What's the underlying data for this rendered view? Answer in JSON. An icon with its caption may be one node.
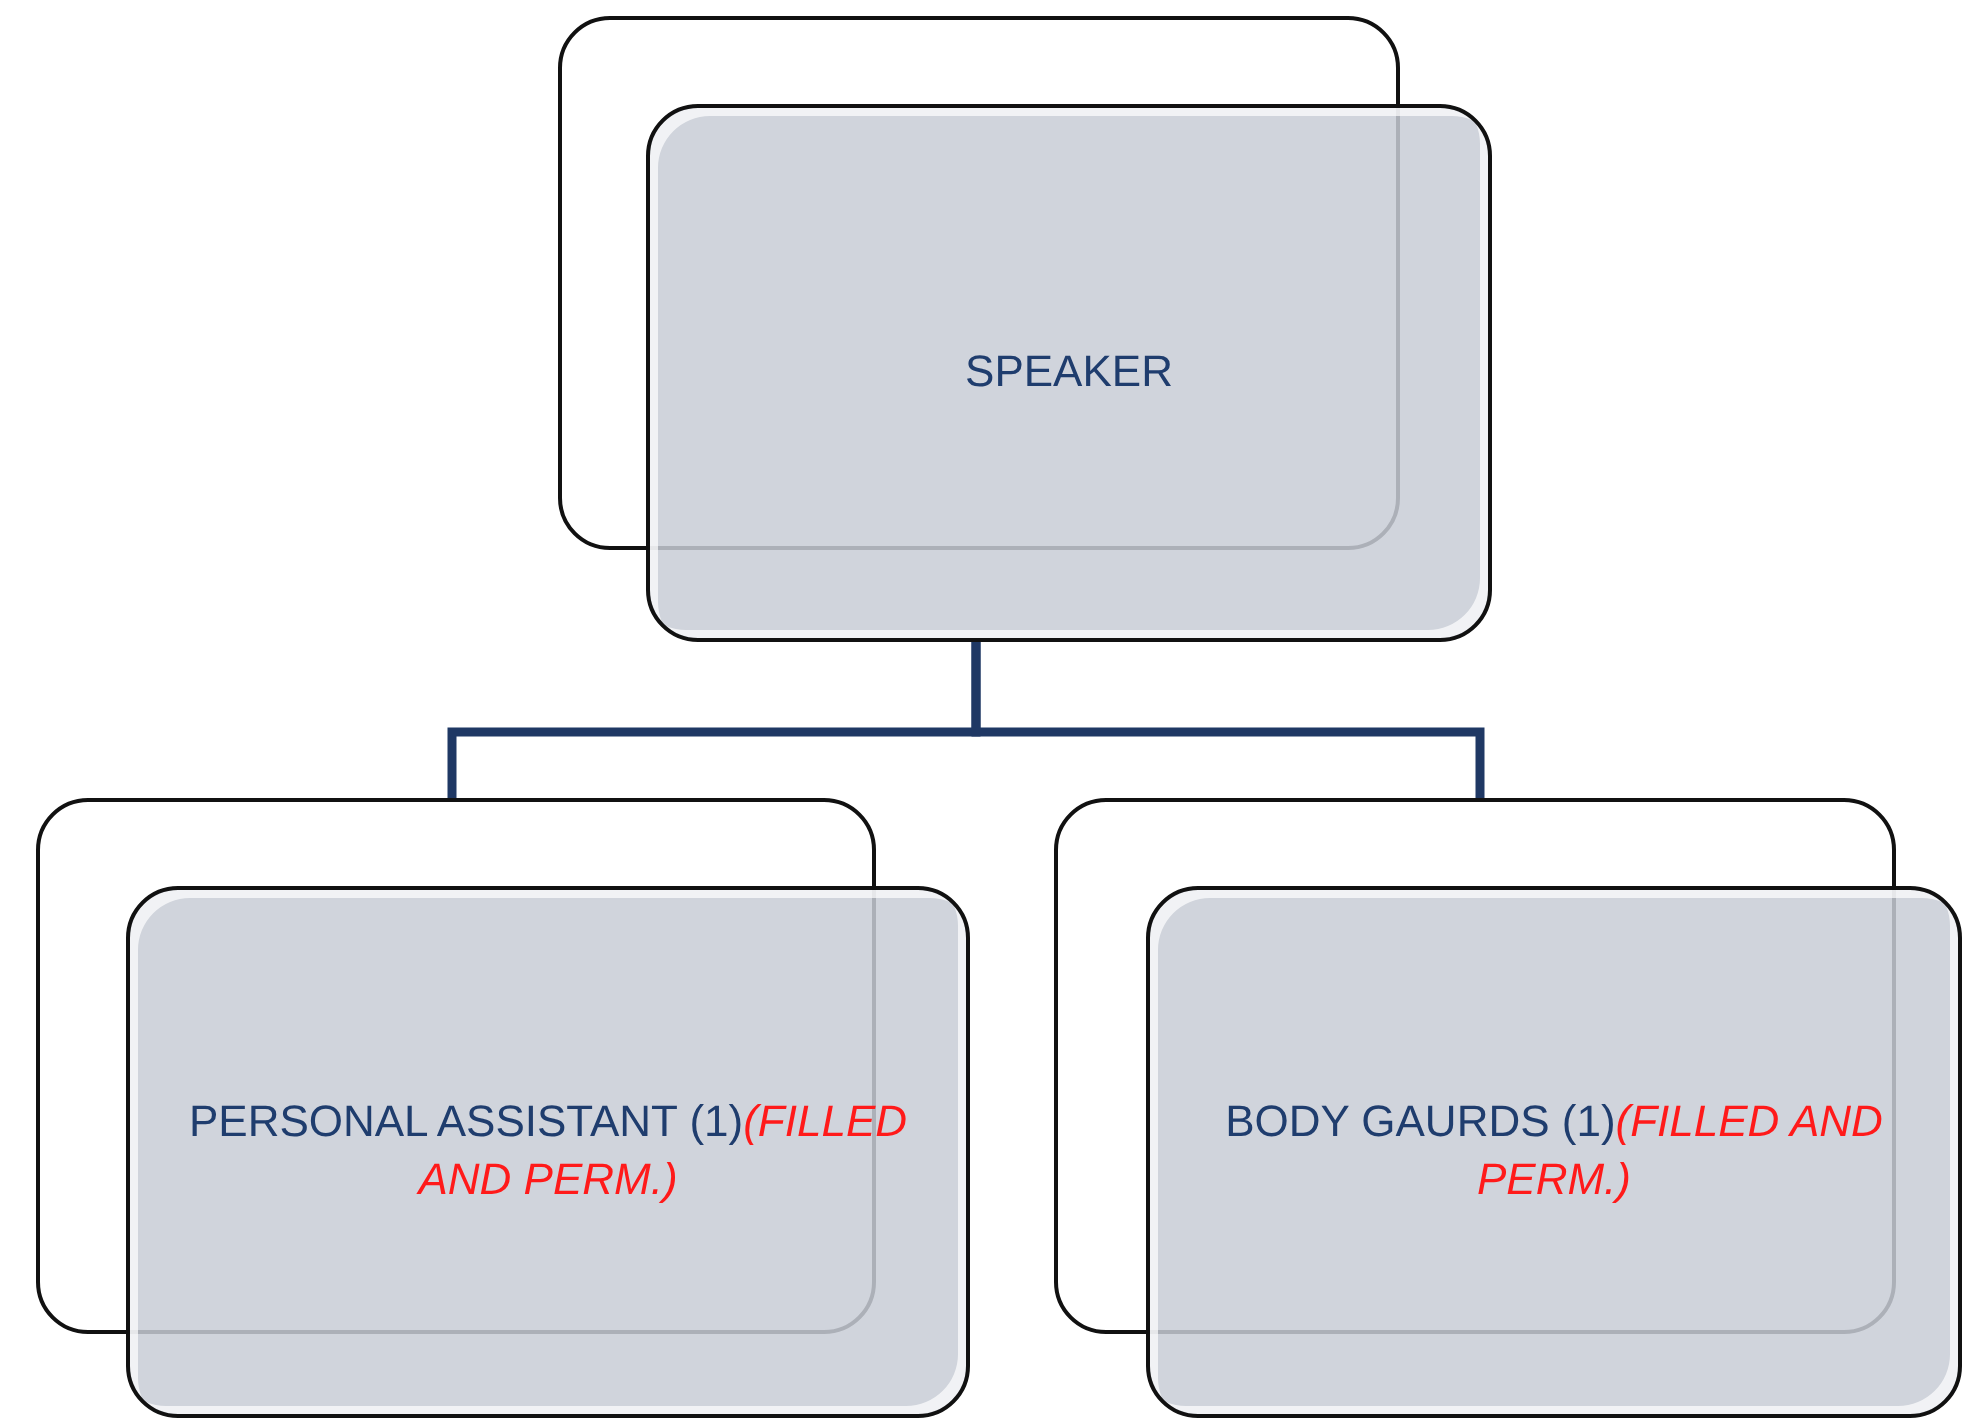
{
  "diagram": {
    "nodes": [
      {
        "text": [
          "SPEAKER"
        ]
      },
      {
        "text": [
          "PERSONAL ASSISTANT (1)*(FILLED AND PERM.)*"
        ]
      },
      {
        "text": [
          "BODY GAURDS (1)*(FILLED AND PERM.)*"
        ]
      }
    ],
    "edges": [
      {
        "from": 0,
        "to": 1,
        "arrow": "none"
      },
      {
        "from": 0,
        "to": 2,
        "arrow": "none"
      }
    ]
  }
}
